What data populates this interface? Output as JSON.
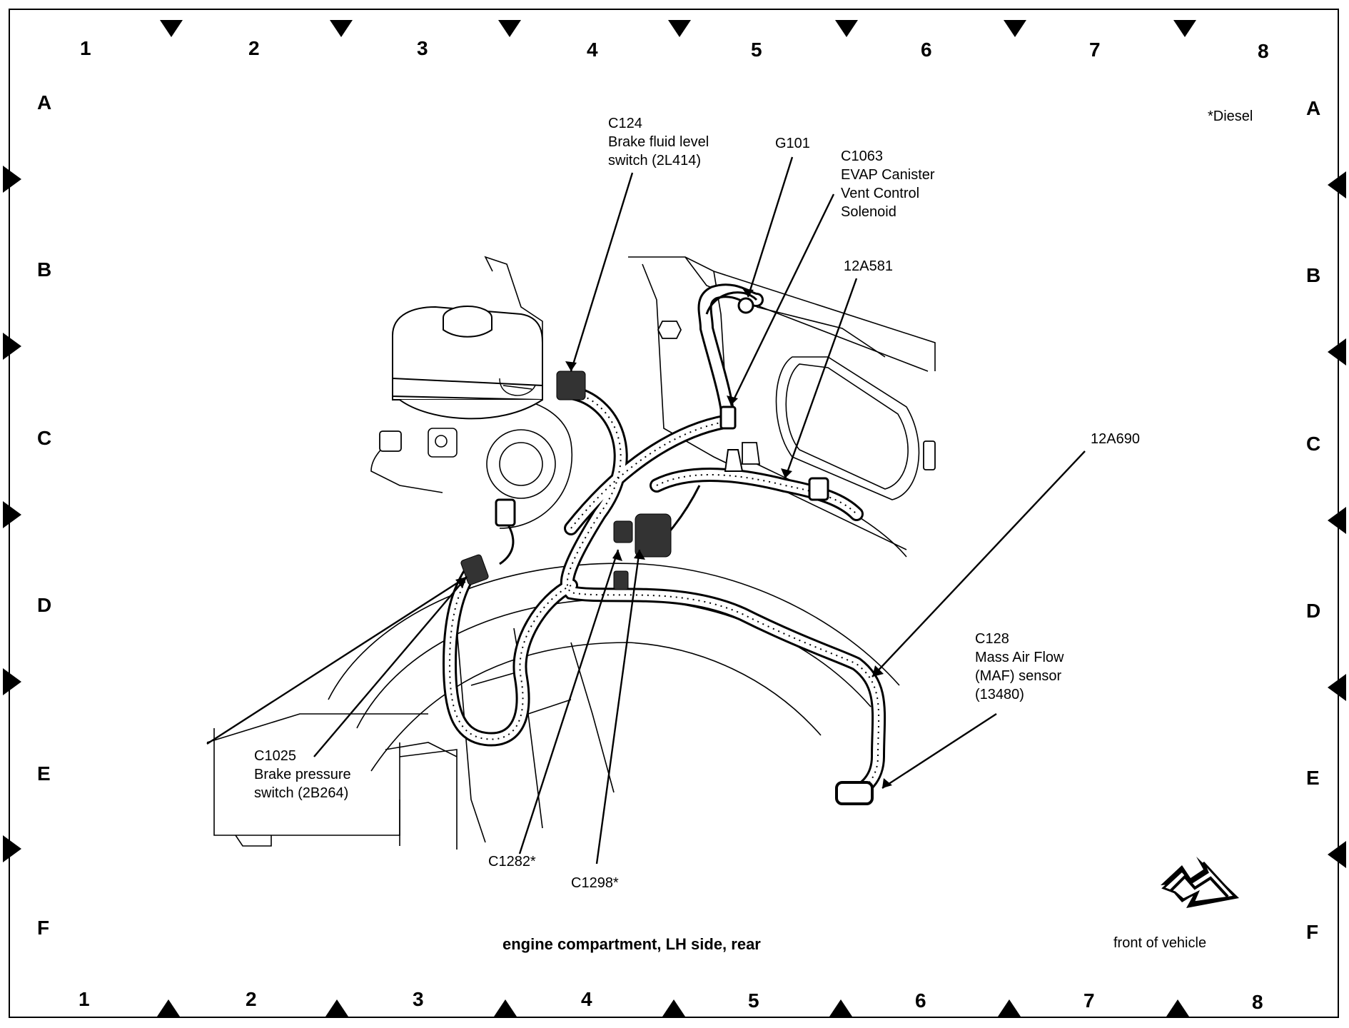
{
  "grid": {
    "columns": [
      "1",
      "2",
      "3",
      "4",
      "5",
      "6",
      "7",
      "8"
    ],
    "rows": [
      "A",
      "B",
      "C",
      "D",
      "E",
      "F"
    ]
  },
  "notes": {
    "diesel": "*Diesel"
  },
  "callouts": {
    "c124": {
      "lines": [
        "C124",
        "Brake fluid level",
        "switch (2L414)"
      ]
    },
    "g101": {
      "lines": [
        "G101"
      ]
    },
    "c1063": {
      "lines": [
        "C1063",
        "EVAP Canister",
        "Vent Control",
        "Solenoid"
      ]
    },
    "h12a581": {
      "lines": [
        "12A581"
      ]
    },
    "h12a690": {
      "lines": [
        "12A690"
      ]
    },
    "c128": {
      "lines": [
        "C128",
        "Mass Air Flow",
        "(MAF) sensor",
        "(13480)"
      ]
    },
    "c1025": {
      "lines": [
        "C1025",
        "Brake pressure",
        "switch (2B264)"
      ]
    },
    "c1282": {
      "lines": [
        "C1282*"
      ]
    },
    "c1298": {
      "lines": [
        "C1298*"
      ]
    }
  },
  "caption": "engine compartment, LH side, rear",
  "direction": {
    "label": "front of vehicle",
    "icon": "direction-arrow-icon"
  }
}
